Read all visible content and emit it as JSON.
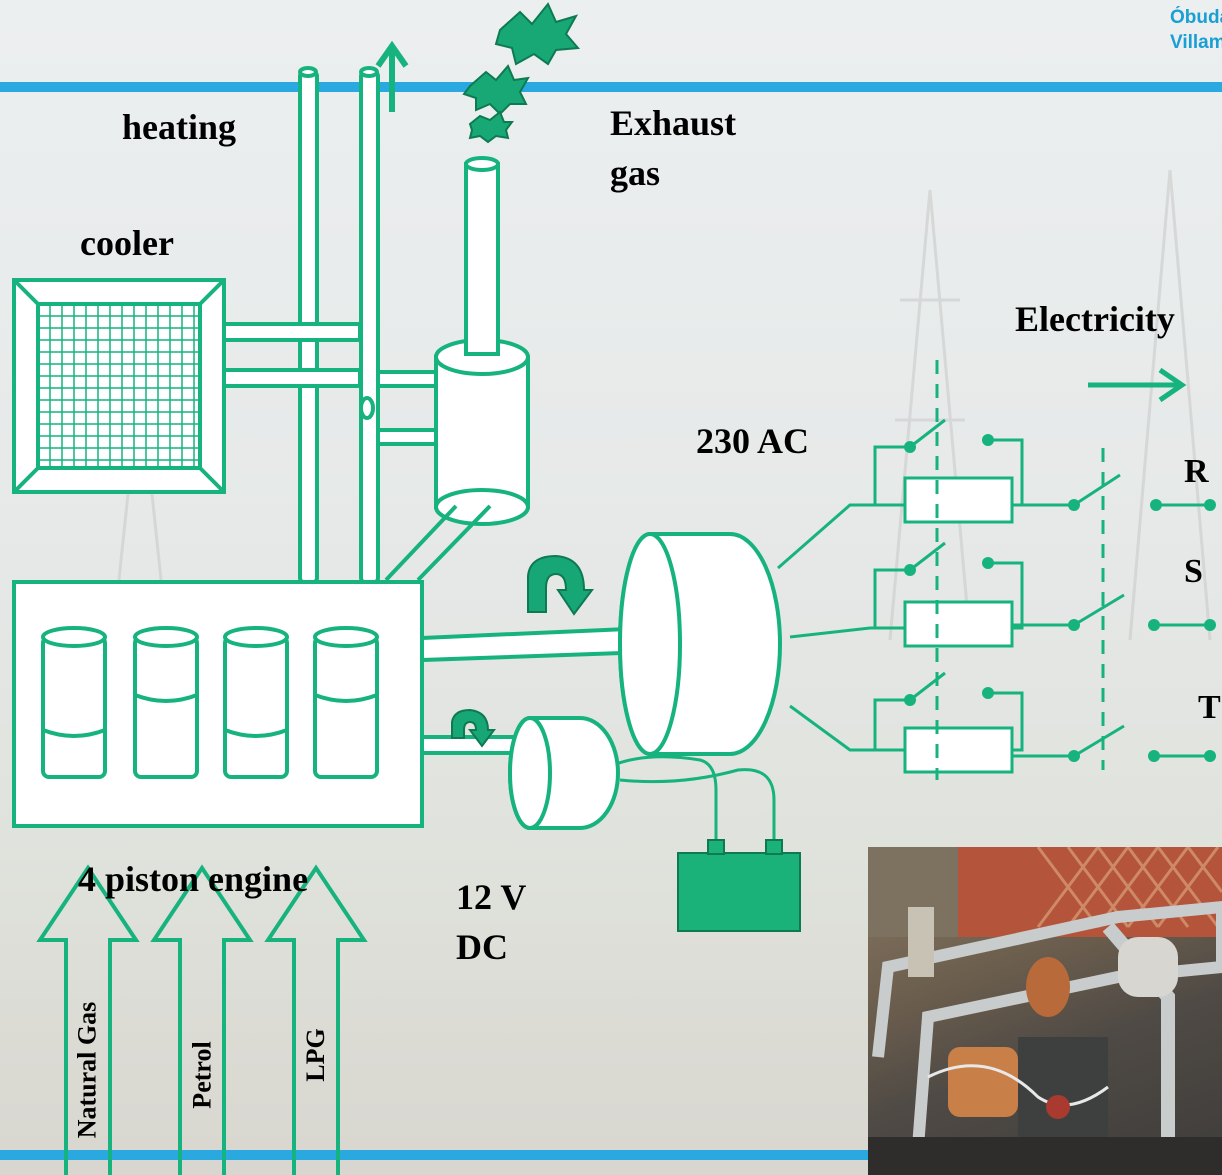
{
  "institution": {
    "line1": "Óbuda",
    "line2": "Villam"
  },
  "labels": {
    "heating": "heating",
    "exhaust_line1": "Exhaust",
    "exhaust_line2": "gas",
    "cooler": "cooler",
    "electricity": "Electricity",
    "ac_output": "230 AC",
    "phase_r": "R",
    "phase_s": "S",
    "phase_t": "T",
    "engine": "4 piston engine",
    "dc_line1": "12 V",
    "dc_line2": "DC"
  },
  "fuels": [
    "Natural Gas",
    "Petrol",
    "LPG"
  ],
  "photo": {
    "description_icon": "generator-photo"
  },
  "colors": {
    "diagram_green": "#17b37e",
    "battery_green": "#1bb27a",
    "exhaust_cloud": "#18a876",
    "band_blue": "#2aa8e0",
    "institution_text": "#1a9fd4"
  }
}
